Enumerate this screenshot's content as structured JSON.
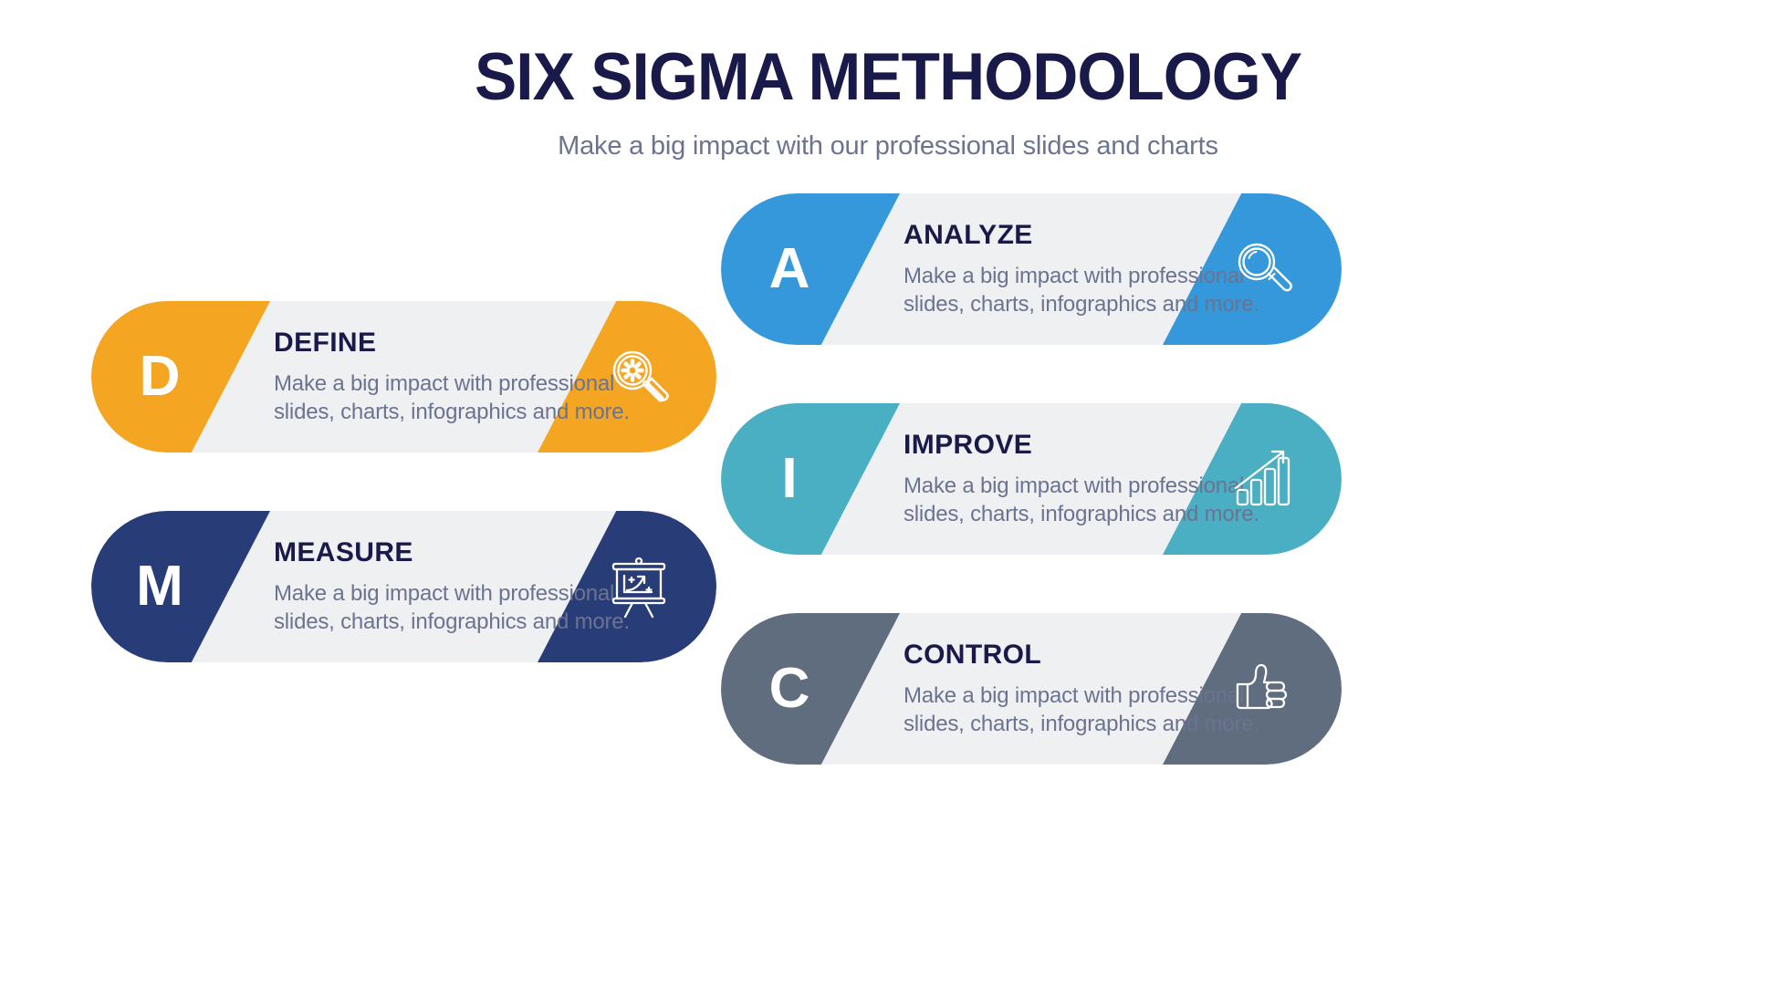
{
  "header": {
    "title": "SIX SIGMA METHODOLOGY",
    "subtitle": "Make a big impact with our professional slides and charts"
  },
  "colors": {
    "define": "#F4A623",
    "measure": "#283C78",
    "analyze": "#3498DB",
    "improve": "#4BAFC4",
    "control": "#5F6D7E",
    "panel": "#EFF0F2",
    "title_navy": "#191A4A",
    "body_gray": "#6B7391",
    "background": "#FFFFFF"
  },
  "steps": [
    {
      "id": "define",
      "letter": "D",
      "title": "DEFINE",
      "description": "Make a big impact with professional\nslides, charts, infographics and more.",
      "icon": "magnifier-gear-icon",
      "color": "#F4A623"
    },
    {
      "id": "measure",
      "letter": "M",
      "title": "MEASURE",
      "description": "Make a big impact with professional\nslides, charts, infographics and more.",
      "icon": "presentation-chart-icon",
      "color": "#283C78"
    },
    {
      "id": "analyze",
      "letter": "A",
      "title": "ANALYZE",
      "description": "Make a big impact with professional\nslides, charts, infographics and more.",
      "icon": "magnifier-icon",
      "color": "#3498DB"
    },
    {
      "id": "improve",
      "letter": "I",
      "title": "IMPROVE",
      "description": "Make a big impact with professional\nslides, charts, infographics and more.",
      "icon": "bar-chart-growth-icon",
      "color": "#4BAFC4"
    },
    {
      "id": "control",
      "letter": "C",
      "title": "CONTROL",
      "description": "Make a big impact with professional\nslides, charts, infographics and more.",
      "icon": "thumbs-up-icon",
      "color": "#5F6D7E"
    }
  ]
}
